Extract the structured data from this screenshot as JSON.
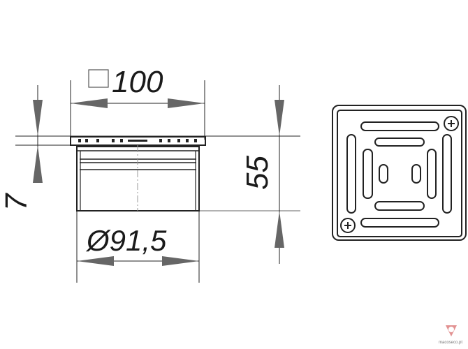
{
  "dimensions": {
    "top_width": "100",
    "top_width_symbol": "square",
    "height": "55",
    "grate_thickness": "7",
    "body_diameter": "Ø91,5"
  },
  "watermark": {
    "text": "macoseco.pt",
    "logo_color": "#d04a4a"
  },
  "colors": {
    "line": "#222222",
    "arrow": "#666666"
  }
}
